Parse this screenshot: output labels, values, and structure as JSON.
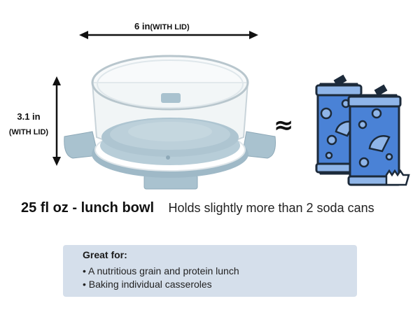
{
  "dimensions": {
    "width_value": "6 in",
    "width_note": "(WITH LID)",
    "height_value": "3.1 in",
    "height_note": "(WITH LID)",
    "approx_symbol": "≈"
  },
  "headline": {
    "title": "25 fl oz - lunch bowl",
    "subtitle": "Holds slightly more than 2 soda cans"
  },
  "info": {
    "title": "Great for:",
    "items": [
      "A nutritious grain and protein lunch",
      "Baking individual casseroles"
    ]
  },
  "icons": [
    "width-arrow-icon",
    "height-arrow-icon",
    "glass-bowl-icon",
    "soda-can-icon"
  ],
  "colors": {
    "lid": "#a9c2cf",
    "can_blue": "#4a82d6",
    "can_outline": "#1c2a3a",
    "box_bg": "#d5dfeb"
  }
}
